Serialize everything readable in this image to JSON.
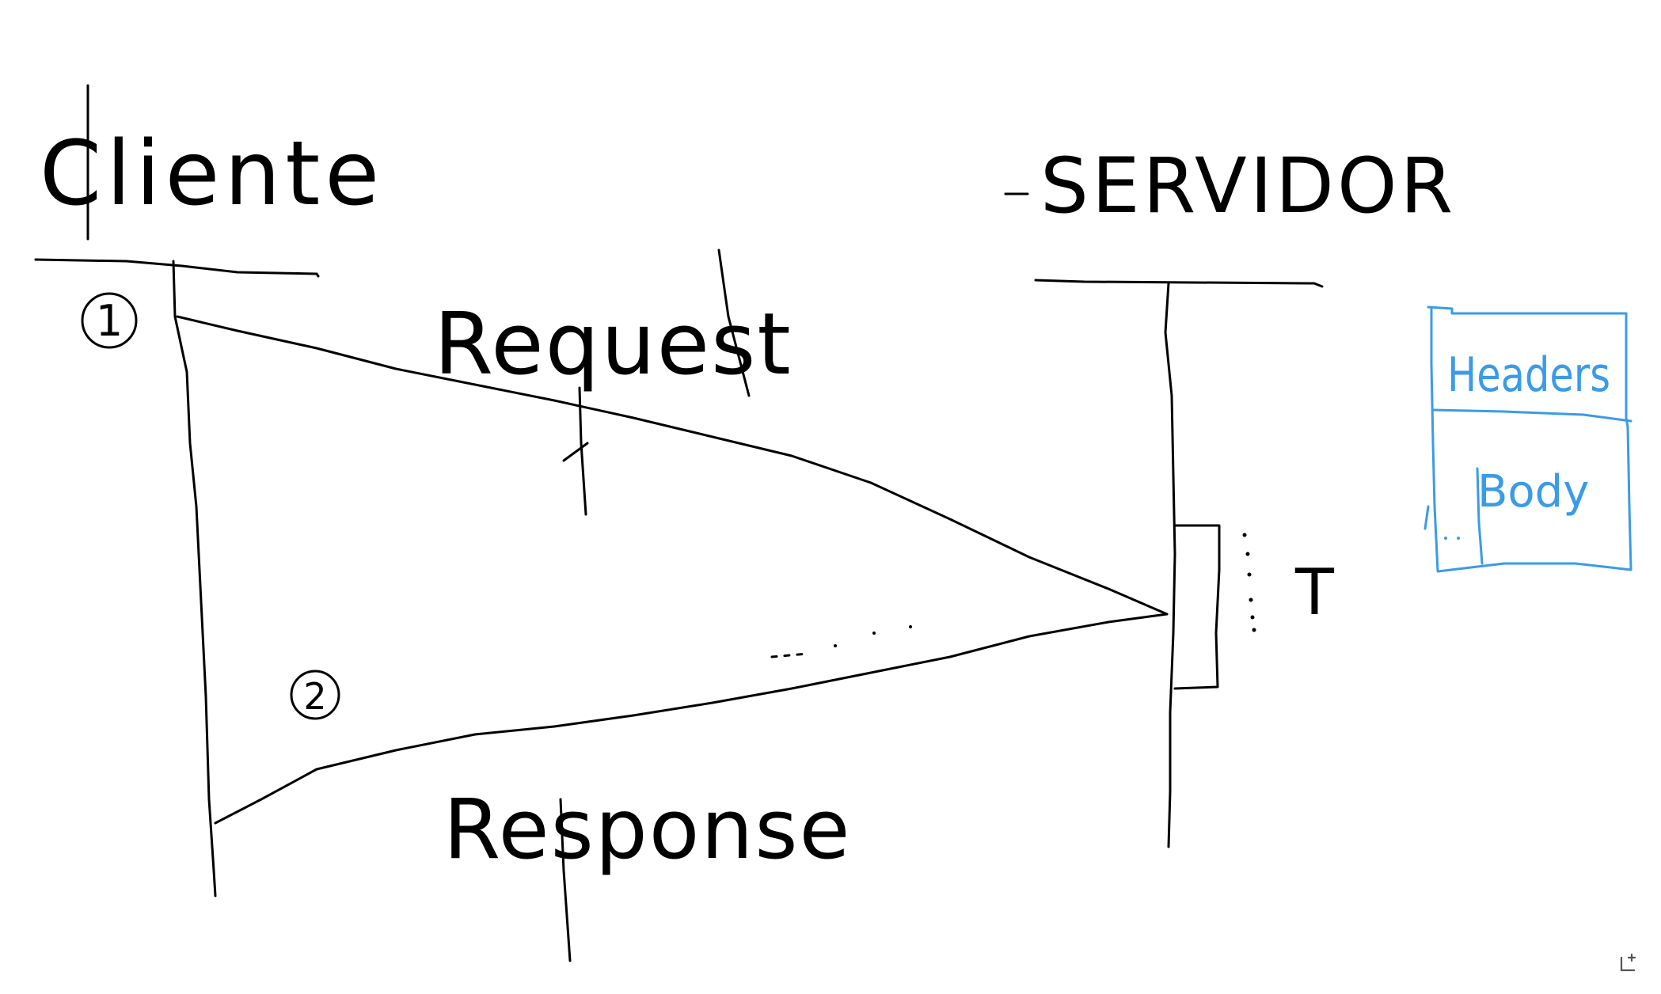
{
  "diagram": {
    "client_label": "Cliente",
    "server_label": "SERVIDOR",
    "request_label": "Request",
    "response_label": "Response",
    "step_one": "1",
    "step_two": "2",
    "time_label": "T",
    "box_headers": "Headers",
    "box_body": "Body"
  },
  "colors": {
    "ink": "#000000",
    "accent": "#3a9be8",
    "background": "#ffffff"
  },
  "controls": {
    "expand_icon": "expand-icon"
  }
}
